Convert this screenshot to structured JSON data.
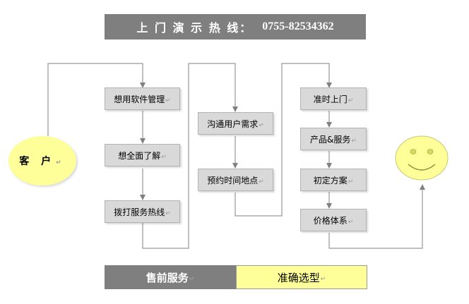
{
  "banner": {
    "label": "上 门 演 示 热 线：",
    "phone": "0755-82534362"
  },
  "customer": {
    "label": "客 户"
  },
  "steps": {
    "col1": [
      "想用软件管理",
      "想全面了解",
      "拨打服务热线"
    ],
    "col2": [
      "沟通用户需求",
      "预约时间地点"
    ],
    "col3": [
      "准时上门",
      "产品&服务",
      "初定方案",
      "价格体系"
    ]
  },
  "mark": "↵",
  "legend": {
    "left": "售前服务",
    "right": "准确选型"
  },
  "colors": {
    "box": "#d9d9d9",
    "banner": "#7f7f7f",
    "highlight": "#ffff99",
    "line": "#808080"
  }
}
